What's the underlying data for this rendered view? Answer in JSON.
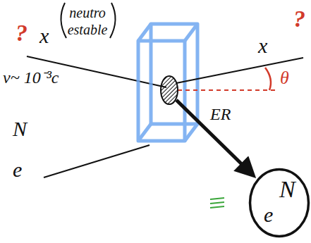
{
  "diagram": {
    "nodes": [
      {
        "text": [
          "N",
          "e"
        ]
      }
    ],
    "labels": [
      "?",
      "x",
      "neutro estable",
      "?",
      "x",
      "v~ 10⁻³c",
      "N",
      "e",
      "θ",
      "ER"
    ]
  }
}
